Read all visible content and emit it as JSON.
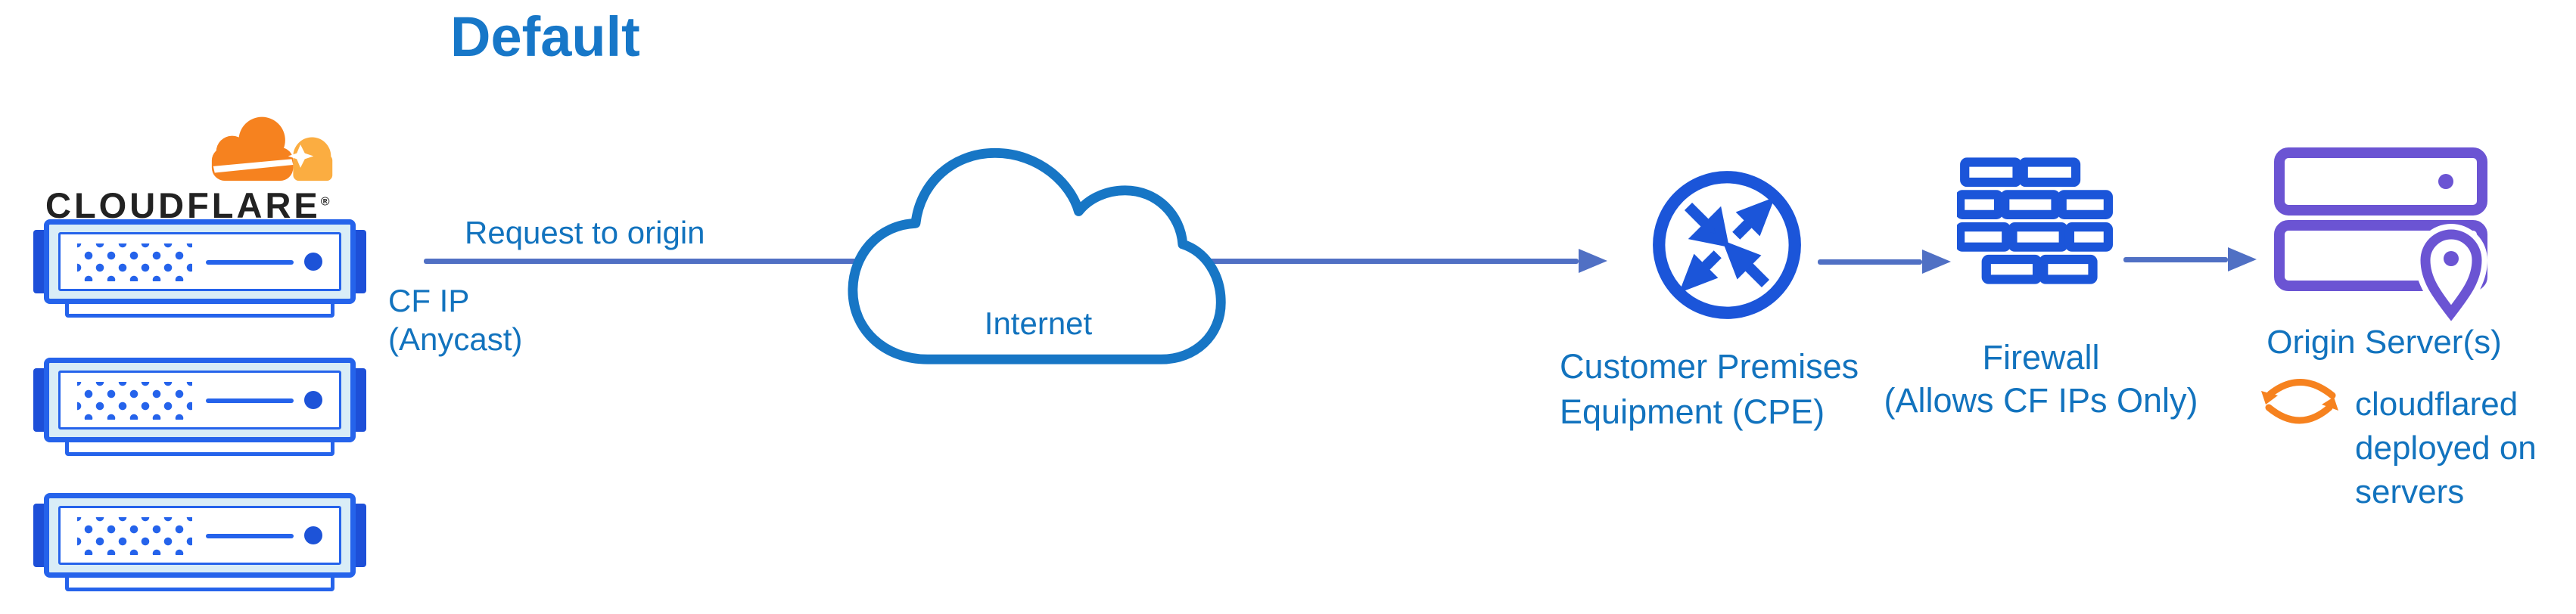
{
  "title": "Default",
  "logo": {
    "wordmark": "CLOUDFLARE",
    "registered": "®"
  },
  "edge": {
    "request_label": "Request to origin",
    "cf_ip": [
      "CF IP",
      "(Anycast)"
    ]
  },
  "internet": {
    "label": "Internet"
  },
  "cpe": {
    "label": [
      "Customer Premises",
      "Equipment (CPE)"
    ]
  },
  "firewall": {
    "label": [
      "Firewall",
      "(Allows CF IPs Only)"
    ]
  },
  "origin": {
    "label": "Origin Server(s)",
    "note": [
      "cloudflared",
      "deployed on",
      "servers"
    ]
  },
  "icons": {
    "cloudflare_logo": "cloudflare-cloud-logo",
    "edge_server": "rack-server-icon",
    "internet": "cloud-outline-icon",
    "cpe": "router-exchange-arrows-icon",
    "firewall": "brick-wall-icon",
    "origin_servers": "server-stack-with-location-pin-icon",
    "cloudflared": "sync-arrows-icon"
  },
  "colors": {
    "title_blue": "#1777C8",
    "text_blue": "#1273BE",
    "arrow_blue": "#5070C4",
    "icon_blue": "#1B55D9",
    "server_border_blue": "#2563EB",
    "server_tab_blue": "#1D4FD8",
    "server_fill_light": "#D9EDF7",
    "origin_purple": "#6B54D3",
    "cloudflare_orange": "#F6821F",
    "cloudflare_orange_light": "#FBAD41",
    "wordmark_black": "#222222"
  }
}
